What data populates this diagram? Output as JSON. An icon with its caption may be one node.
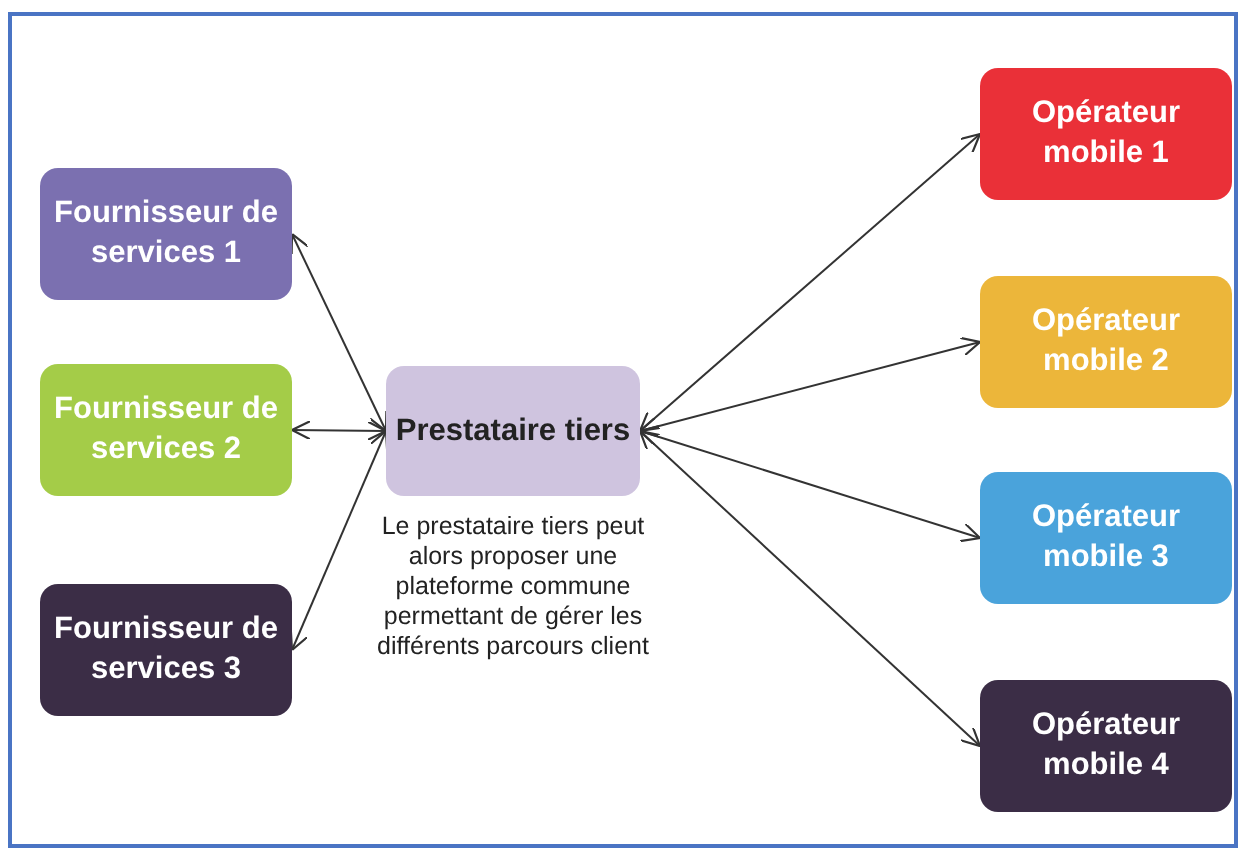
{
  "diagram": {
    "nodes": [
      {
        "text": [
          "Fournisseur de services 1"
        ]
      },
      {
        "text": [
          "Fournisseur de services 2"
        ]
      },
      {
        "text": [
          "Fournisseur de services 3"
        ]
      },
      {
        "text": [
          "Prestataire tiers"
        ],
        "beside": [
          "Le prestataire tiers peut alors proposer une plateforme commune permettant de gérer les différents parcours client"
        ]
      },
      {
        "text": [
          "Opérateur mobile 1"
        ]
      },
      {
        "text": [
          "Opérateur mobile 2"
        ]
      },
      {
        "text": [
          "Opérateur mobile 3"
        ]
      },
      {
        "text": [
          "Opérateur mobile 4"
        ]
      }
    ],
    "edges": [
      {
        "from": 3,
        "to": 0,
        "arrow": "both"
      },
      {
        "from": 3,
        "to": 1,
        "arrow": "both"
      },
      {
        "from": 3,
        "to": 2,
        "arrow": "both"
      },
      {
        "from": 3,
        "to": 4,
        "arrow": "both"
      },
      {
        "from": 3,
        "to": 5,
        "arrow": "both"
      },
      {
        "from": 3,
        "to": 6,
        "arrow": "both"
      },
      {
        "from": 3,
        "to": 7,
        "arrow": "both"
      }
    ]
  }
}
